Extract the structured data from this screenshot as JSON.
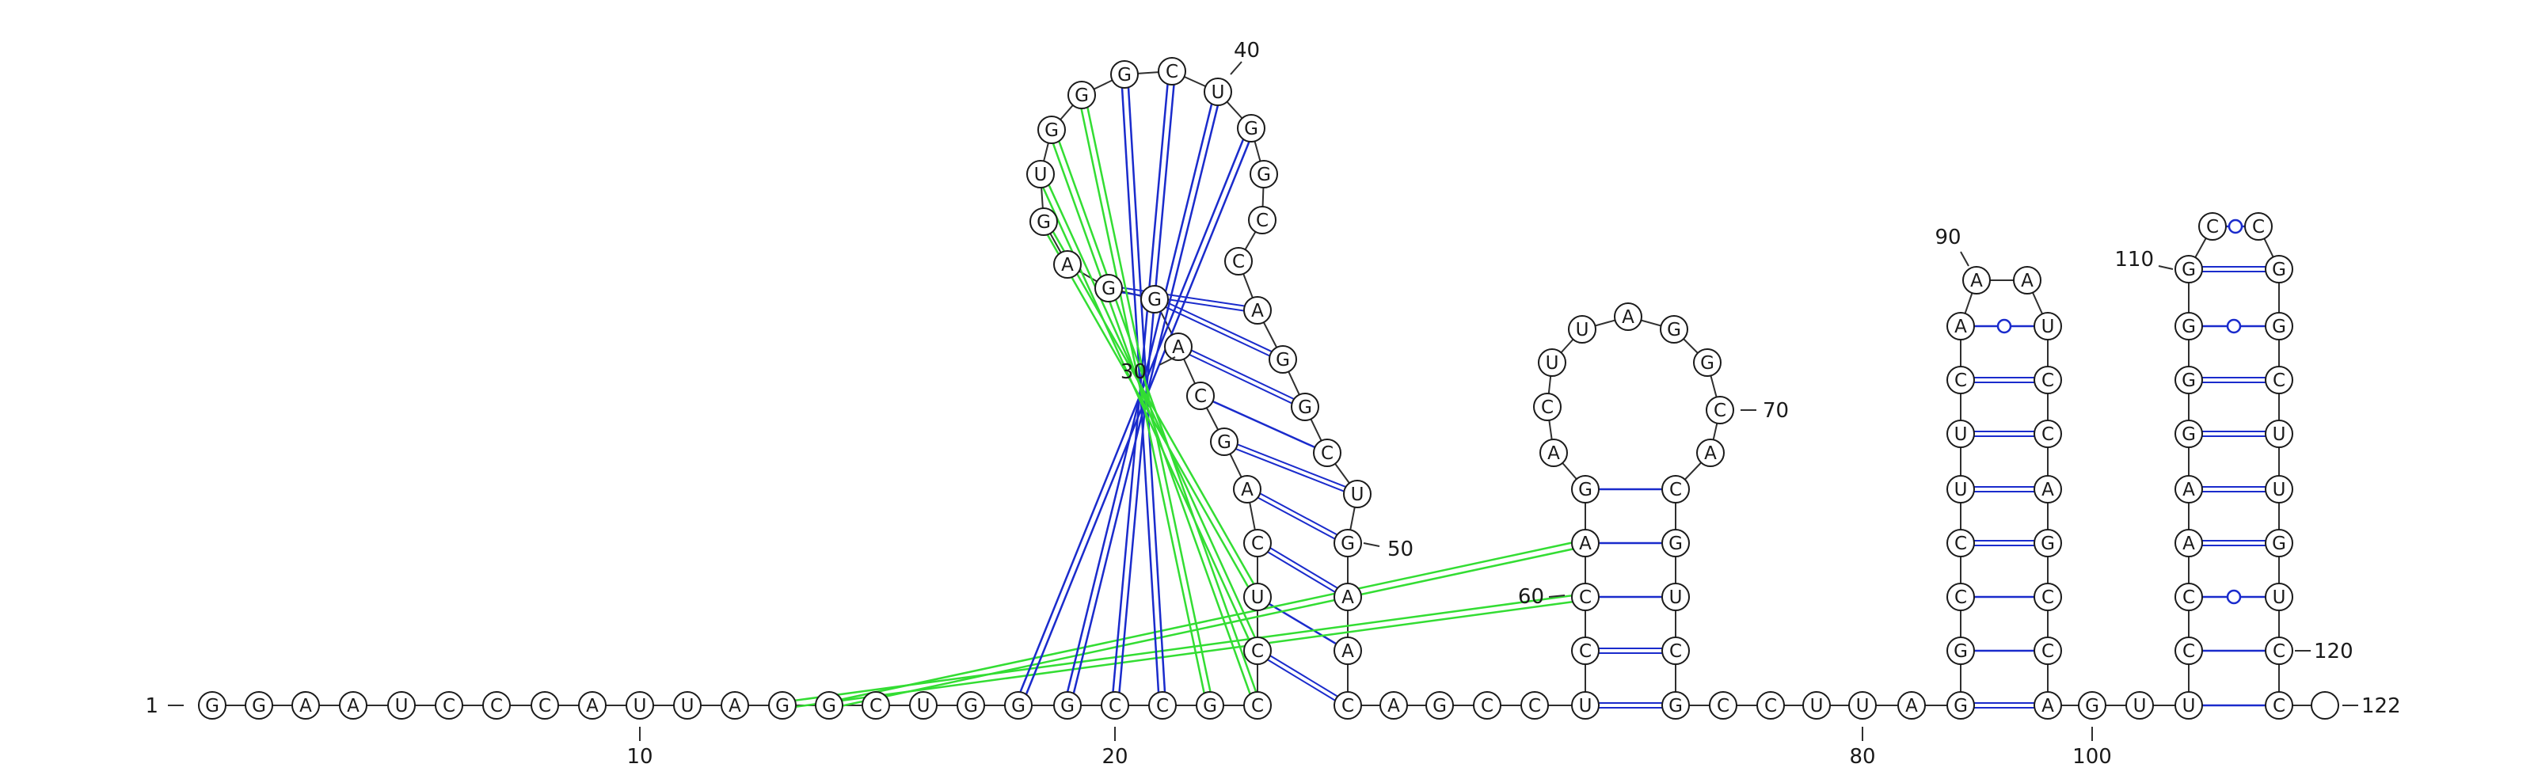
{
  "sequence": "GGAAUCCCAUUAGGCUGGGCCGCCUCAGCAGGAGUGGGCUGGCCAGGCUGAACAGCCUCCAGACUUAGGCACGUCGCCUUAGGCCUUCAAAUCCAGCCAGUUCCAAGGGGCCGGCUUGUCC",
  "base_pairs": [
    [
      13,
      60
    ],
    [
      14,
      61
    ],
    [
      18,
      41
    ],
    [
      19,
      40
    ],
    [
      20,
      39
    ],
    [
      21,
      38
    ],
    [
      22,
      37
    ],
    [
      23,
      36
    ],
    [
      24,
      35
    ],
    [
      25,
      34
    ]
  ],
  "numbers": [
    "1",
    "10",
    "20",
    "30",
    "40",
    "50",
    "60",
    "70",
    "80",
    "90",
    "100",
    "110",
    "120",
    "122"
  ],
  "colors": {
    "backbone": "#2f2f2f",
    "stem_pair": "#1a2bcc",
    "pseudoknot_pair": "#33dd33",
    "nucleotide_fill": "#ffffff",
    "nucleotide_stroke": "#1a1a1a"
  }
}
